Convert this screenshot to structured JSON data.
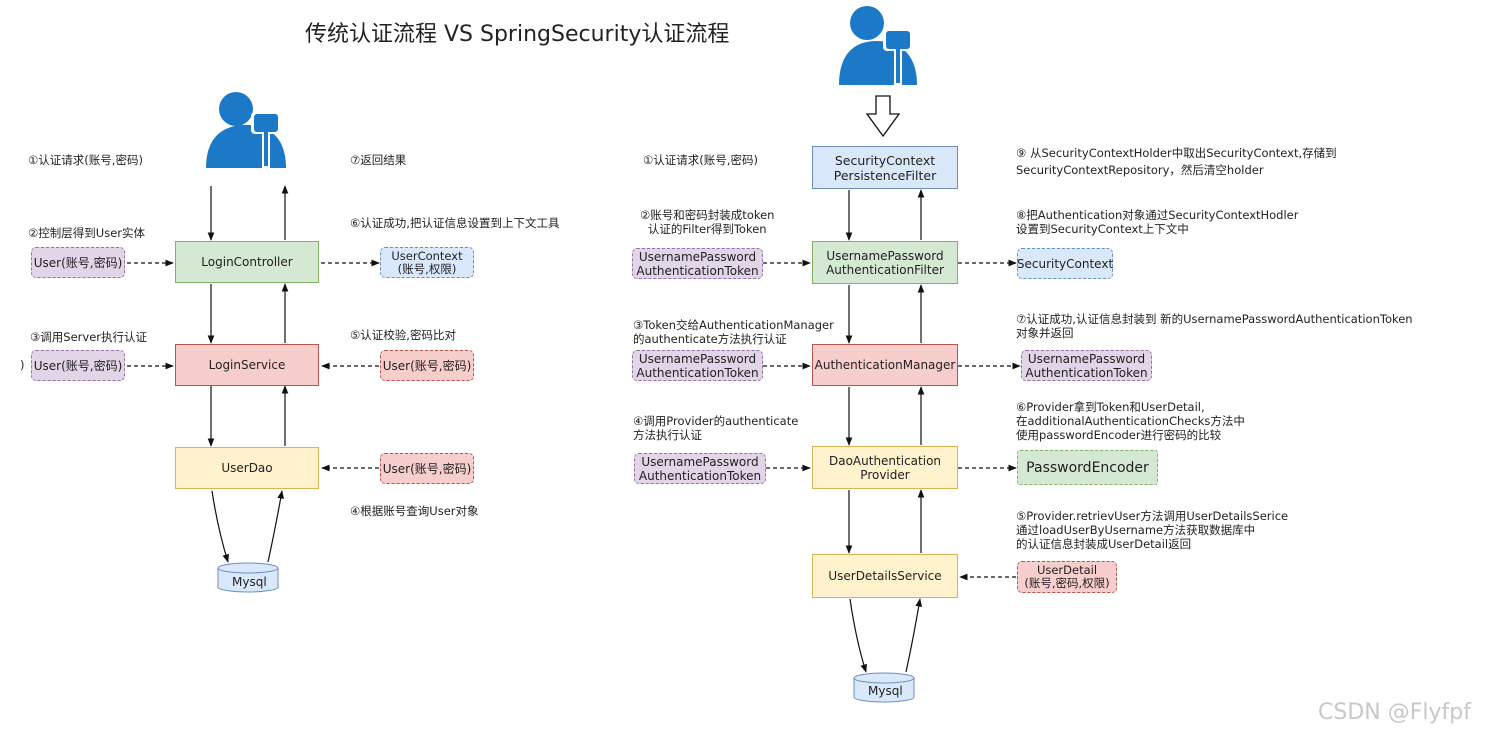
{
  "title": "传统认证流程 VS SpringSecurity认证流程",
  "watermark": "CSDN @Flyfpf",
  "stray_mark": ")",
  "colors": {
    "user_icon": "#1b79c8",
    "green": "#d5e8d4",
    "red": "#f8cecc",
    "yellow": "#fff2cc",
    "blue": "#dae8fc",
    "purple": "#e1d5e7",
    "db": "#dae8fc"
  },
  "left": {
    "step1": "①认证请求(账号,密码)",
    "step7": "⑦返回结果",
    "step2": "②控制层得到User实体",
    "step6": "⑥认证成功,把认证信息设置到上下文工具",
    "step3": "③调用Server执行认证",
    "step5": "⑤认证校验,密码比对",
    "step4": "④根据账号查询User对象",
    "login_controller": "LoginController",
    "login_service": "LoginService",
    "user_dao": "UserDao",
    "db": "Mysql",
    "user_in_1": "User(账号,密码)",
    "user_in_2": "User(账号,密码)",
    "user_context": "UserContext\n(账号,权限)",
    "user_out_1": "User(账号,密码)",
    "user_out_2": "User(账号,密码)"
  },
  "right": {
    "step1": "①认证请求(账号,密码)",
    "step9": "⑨ 从SecurityContextHolder中取出SecurityContext,存储到\nSecurityContextRepository，然后清空holder",
    "step2": "②账号和密码封装成token\n认证的Filter得到Token",
    "step8": "⑧把Authentication对象通过SecurityContextHodler\n设置到SecurityContext上下文中",
    "step3": "③Token交给AuthenticationManager\n的authenticate方法执行认证",
    "step7": "⑦认证成功,认证信息封装到 新的UsernamePasswordAuthenticationToken\n对象并返回",
    "step4": "④调用Provider的authenticate\n方法执行认证",
    "step6": "⑥Provider拿到Token和UserDetail,\n在additionalAuthenticationChecks方法中\n使用passwordEncoder进行密码的比较",
    "step5": "⑤Provider.retrievUser方法调用UserDetailsSerice\n通过loadUserByUsername方法获取数据库中\n的认证信息封装成UserDetail返回",
    "persistence_filter": "SecurityContext\nPersistenceFilter",
    "auth_filter": "UsernamePassword\nAuthenticationFilter",
    "auth_manager": "AuthenticationManager",
    "dao_provider": "DaoAuthentication\nProvider",
    "user_details_service": "UserDetailsService",
    "db": "Mysql",
    "token_1": "UsernamePassword\nAuthenticationToken",
    "token_2": "UsernamePassword\nAuthenticationToken",
    "token_3": "UsernamePassword\nAuthenticationToken",
    "security_context": "SecurityContext",
    "token_out": "UsernamePassword\nAuthenticationToken",
    "password_encoder": "PasswordEncoder",
    "user_detail": "UserDetail\n(账号,密码,权限)"
  }
}
